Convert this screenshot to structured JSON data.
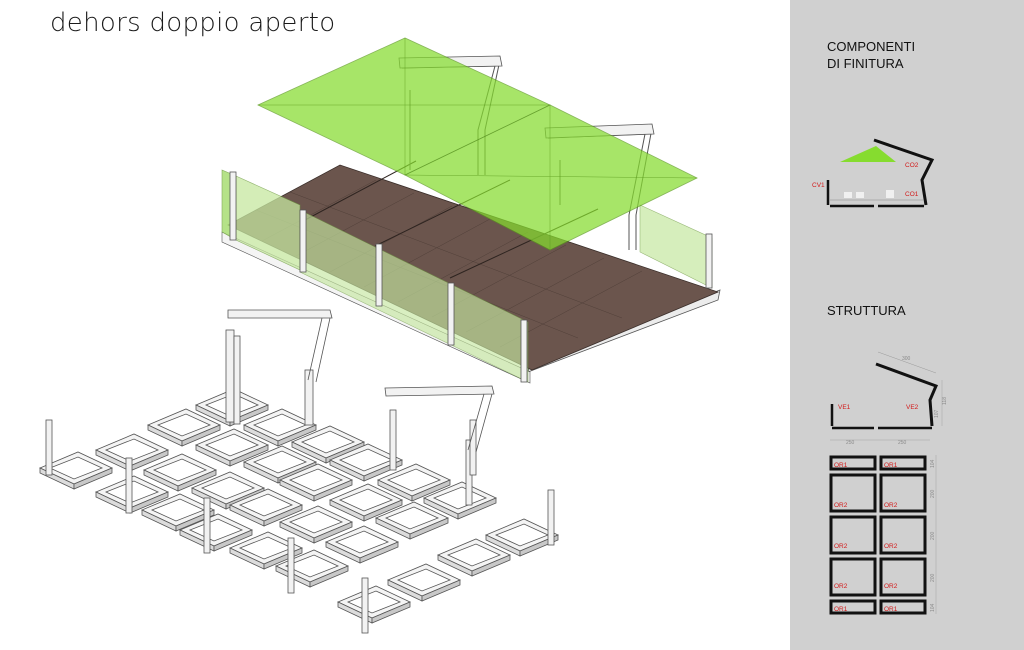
{
  "title": "dehors doppio aperto",
  "panel": {
    "finishing": {
      "heading_line1": "COMPONENTI",
      "heading_line2": "DI FINITURA",
      "codes": {
        "cv1": "CV1",
        "co2": "CO2",
        "co1": "CO1"
      }
    },
    "structure": {
      "heading": "STRUTTURA",
      "codes": {
        "ve1": "VE1",
        "ve2": "VE2",
        "or1": "OR1",
        "or2": "OR2"
      },
      "dims": {
        "roof": "300",
        "col": "250",
        "bay_end": "104",
        "bay_mid": "200",
        "height_a": "107",
        "height_b": "118"
      }
    }
  },
  "colors": {
    "canopy": "#86dc2f",
    "glass": "#c6e7a0",
    "deck": "#6b554d",
    "frame": "#f2f2f2",
    "panel_bg": "#d0d0d0",
    "code_red": "#d21a1a"
  }
}
